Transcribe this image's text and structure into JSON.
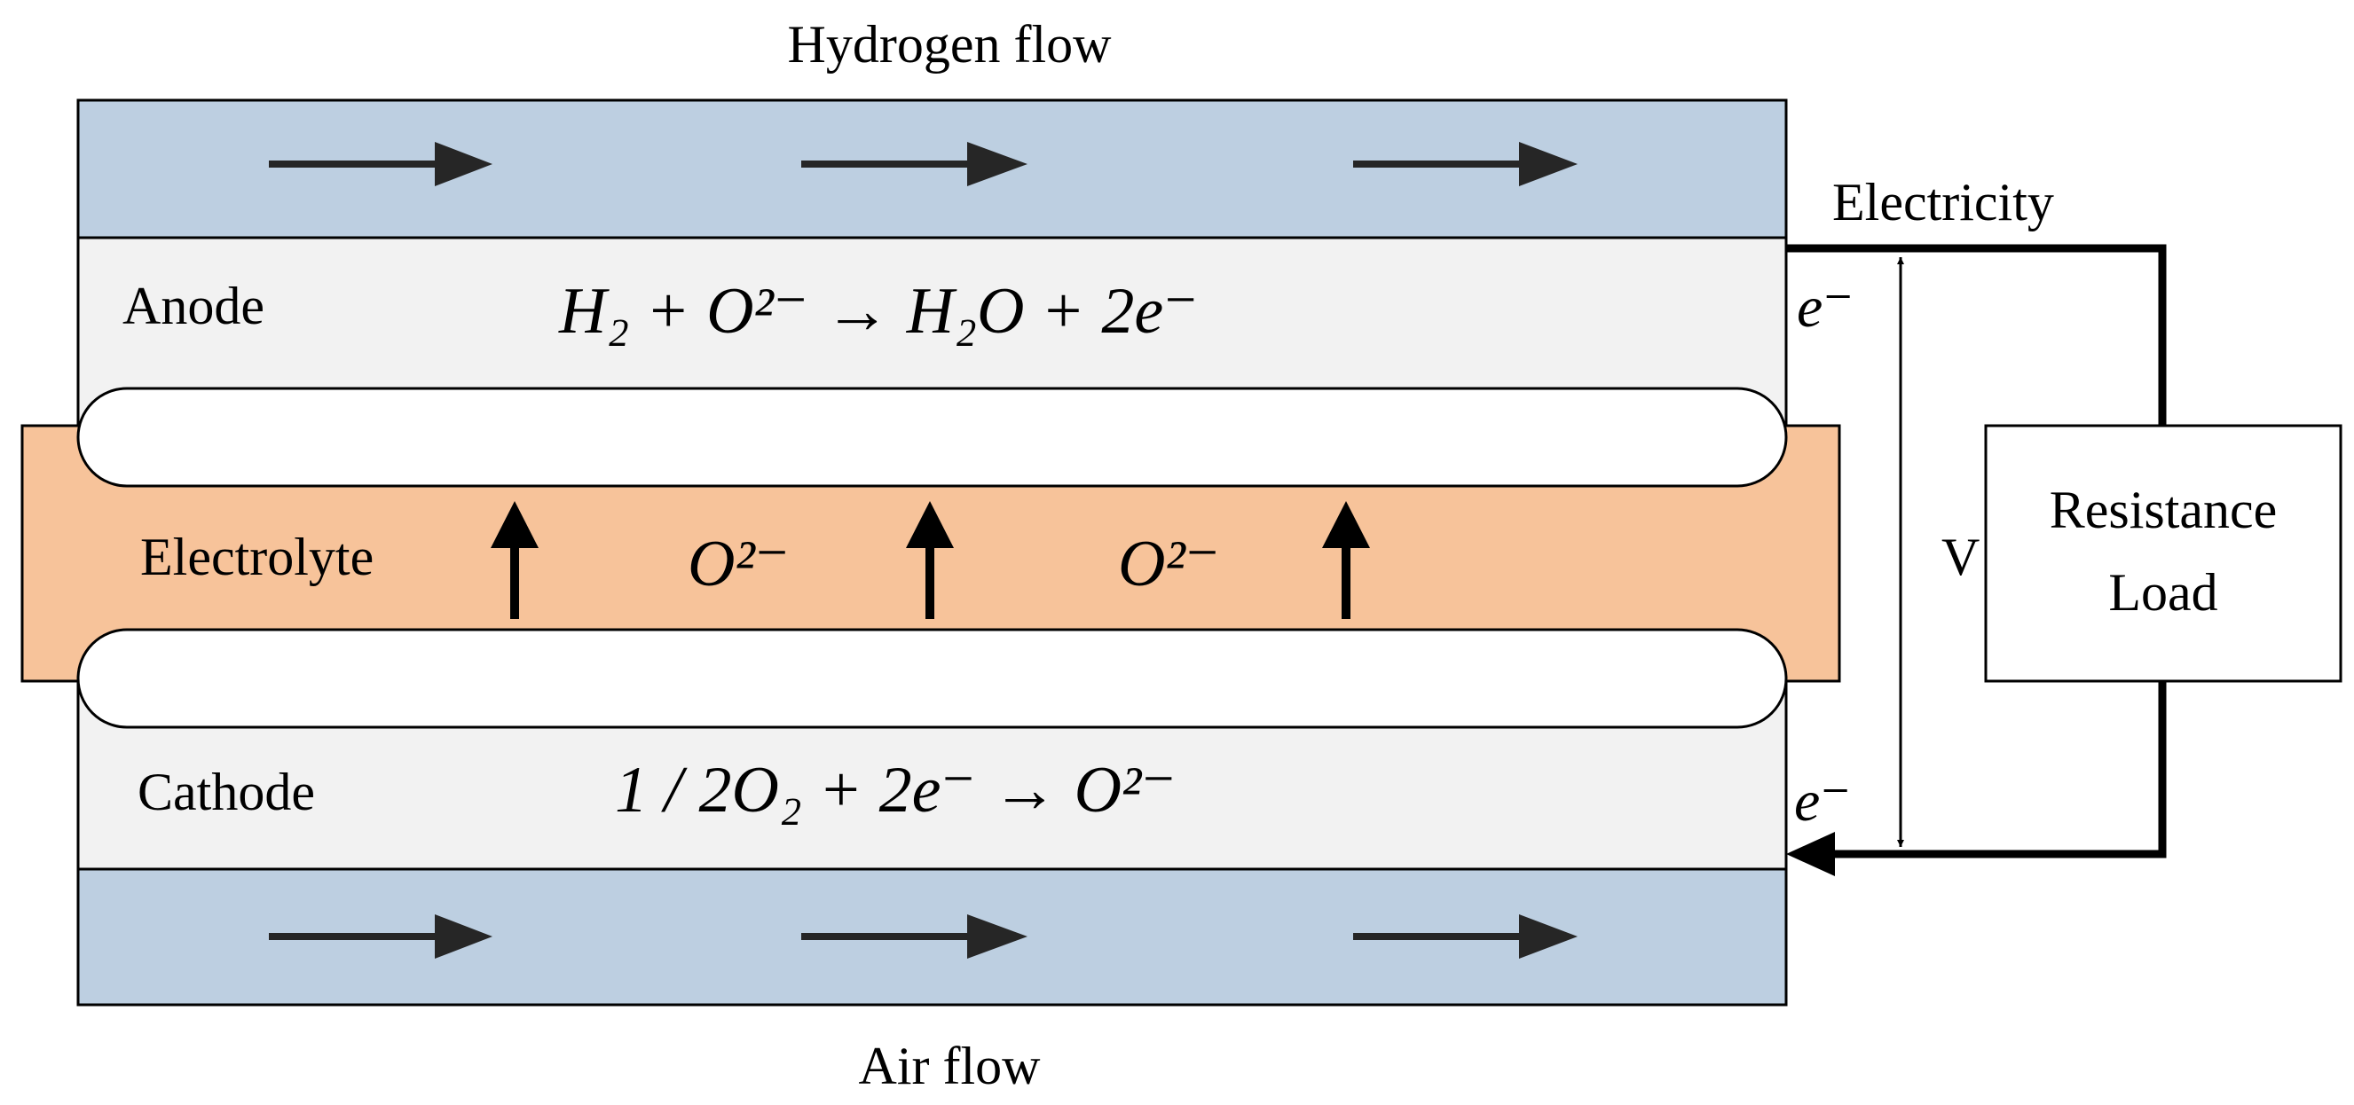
{
  "labels": {
    "hydrogen_flow": "Hydrogen flow",
    "air_flow": "Air flow",
    "anode": "Anode",
    "electrolyte": "Electrolyte",
    "cathode": "Cathode",
    "electricity": "Electricity",
    "voltage": "V",
    "load_line1": "Resistance",
    "load_line2": "Load",
    "electron_top": "e⁻",
    "electron_bottom": "e⁻"
  },
  "equations": {
    "anode": "H₂ + O²⁻ → H₂O + 2e⁻",
    "cathode": "1 / 2O₂ + 2e⁻ → O²⁻",
    "ion_1": "O²⁻",
    "ion_2": "O²⁻"
  },
  "colors": {
    "flow_channel": "#bdcfe1",
    "electrode": "#f2f2f2",
    "electrolyte": "#f7c39a",
    "arrow": "#262626",
    "stroke": "#000000"
  }
}
